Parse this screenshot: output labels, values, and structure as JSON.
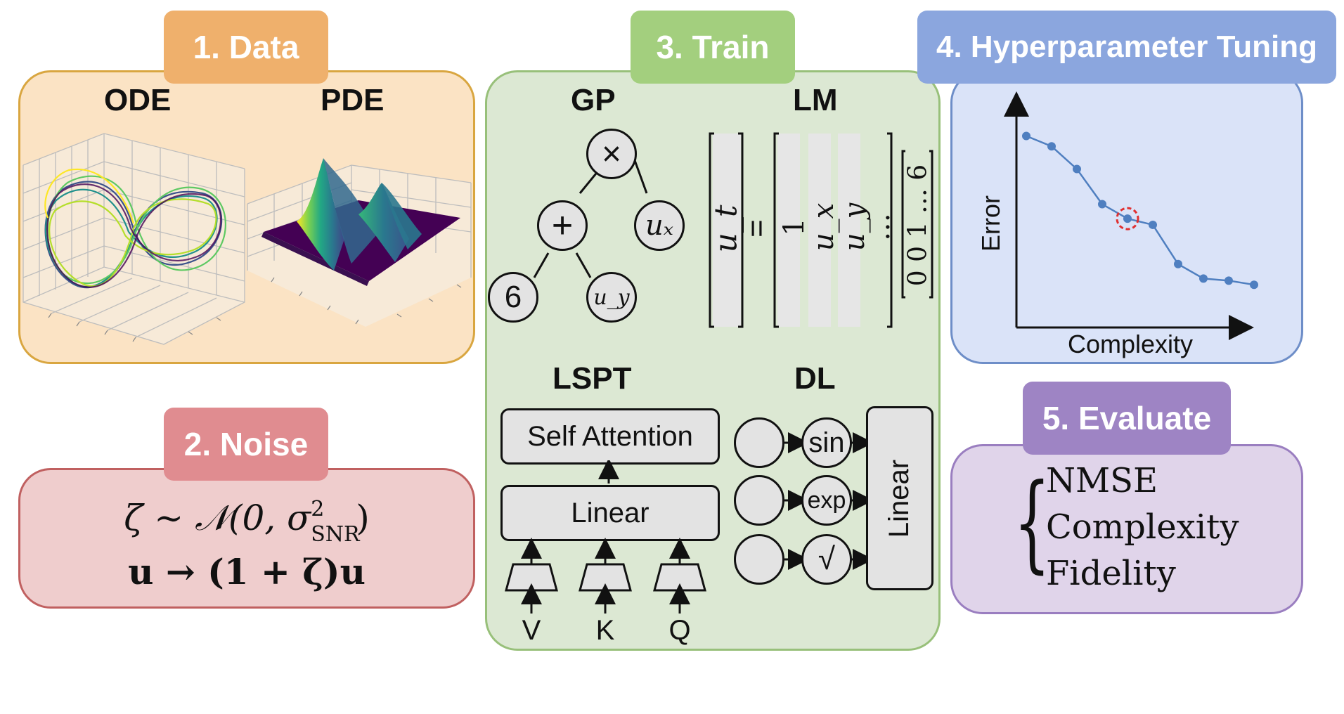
{
  "data": {
    "tab": "1. Data",
    "ode_label": "ODE",
    "pde_label": "PDE",
    "colors": {
      "fill": "#fbe3c4",
      "border": "#d9a640",
      "tab": "#efb06c"
    }
  },
  "noise": {
    "tab": "2. Noise",
    "eq1": "ζ ∼ 𝒩(0, σ²SNR)",
    "eq1_prefix": "ζ ∼ 𝒩(0, σ",
    "eq1_sup": "2",
    "eq1_sub": "SNR",
    "eq1_suffix": ")",
    "eq2": "u → (1 + ζ)u",
    "colors": {
      "fill": "#efcdcd",
      "border": "#c06060",
      "tab": "#e08c90"
    }
  },
  "train": {
    "tab": "3. Train",
    "gp": {
      "title": "GP",
      "nodes": {
        "times": "×",
        "plus": "+",
        "six": "6",
        "ux": "uₓ",
        "uy": "u_y"
      }
    },
    "lm": {
      "title": "LM",
      "lhs": "u_t",
      "equals": "=",
      "columns": [
        "1",
        "u_x",
        "u_y",
        "…"
      ],
      "coeffs": "0  0  1  …  6"
    },
    "lspt": {
      "title": "LSPT",
      "attention": "Self Attention",
      "linear": "Linear",
      "inputs": [
        "V",
        "K",
        "Q"
      ]
    },
    "dl": {
      "title": "DL",
      "activations": [
        "sin",
        "exp",
        "√"
      ],
      "linear": "Linear"
    },
    "colors": {
      "fill": "#dce8d3",
      "border": "#98c07a",
      "tab": "#a3cf7e"
    }
  },
  "hyper": {
    "tab": "4. Hyperparameter Tuning",
    "ylabel": "Error",
    "xlabel": "Complexity",
    "colors": {
      "fill": "#dae3f8",
      "border": "#6e8ec8",
      "tab": "#8ba6de"
    }
  },
  "chart_data": {
    "type": "line",
    "xlabel": "Complexity",
    "ylabel": "Error",
    "x": [
      1,
      2,
      3,
      4,
      5,
      6,
      7,
      8,
      9,
      10
    ],
    "y": [
      0.92,
      0.87,
      0.76,
      0.59,
      0.52,
      0.49,
      0.3,
      0.23,
      0.22,
      0.2
    ],
    "highlighted_index": 4,
    "colors": {
      "line": "#4f7fc0",
      "highlight": "#e03030"
    }
  },
  "evaluate": {
    "tab": "5. Evaluate",
    "metrics": [
      "NMSE",
      "Complexity",
      "Fidelity"
    ],
    "colors": {
      "fill": "#e0d4ea",
      "border": "#9a7ec0",
      "tab": "#9e84c4"
    }
  }
}
